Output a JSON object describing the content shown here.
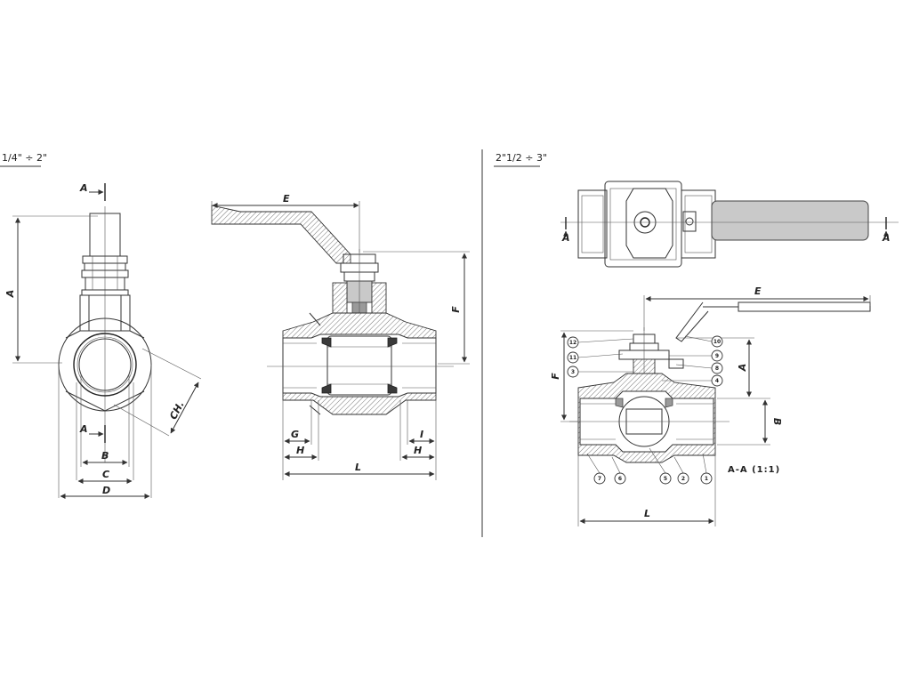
{
  "left_section": {
    "title": "1/4\" ÷ 2\"",
    "front_view": {
      "labels": {
        "section_a": "A",
        "height": "A",
        "b": "B",
        "c": "C",
        "d": "D",
        "ch": "CH."
      }
    },
    "side_view": {
      "labels": {
        "e": "E",
        "f": "F",
        "g": "G",
        "h": "H",
        "i": "I",
        "l": "L"
      }
    }
  },
  "right_section": {
    "title": "2\"1/2 ÷ 3\"",
    "top_view": {
      "labels": {
        "section_a_left": "A",
        "section_a_right": "A"
      }
    },
    "section_view": {
      "caption": "A-A (1:1)",
      "labels": {
        "e": "E",
        "a": "A",
        "b": "B",
        "f": "F",
        "l": "L"
      },
      "callouts": [
        "12",
        "11",
        "3",
        "10",
        "9",
        "8",
        "4",
        "7",
        "6",
        "5",
        "2",
        "1"
      ]
    }
  }
}
